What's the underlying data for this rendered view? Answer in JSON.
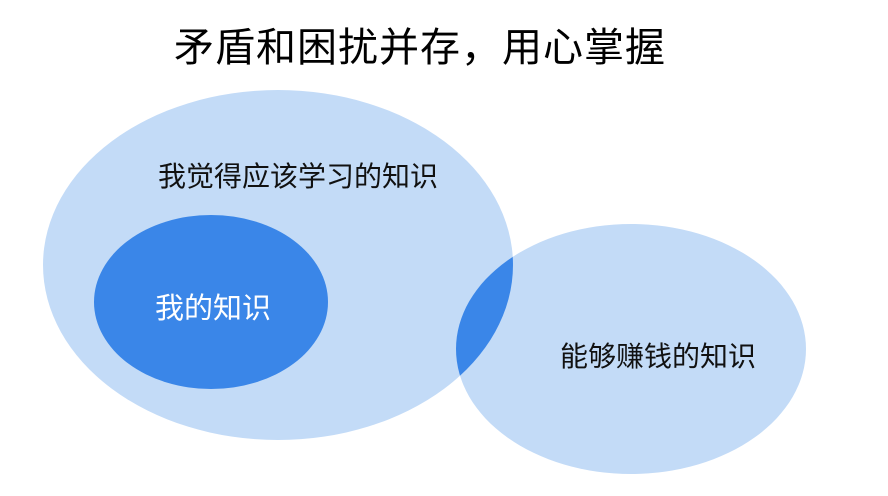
{
  "title": "矛盾和困扰并存，用心掌握",
  "sets": {
    "should_learn": "我觉得应该学习的知识",
    "my_knowledge": "我的知识",
    "earn_money": "能够赚钱的知识"
  },
  "colors": {
    "light_blue": "#c3dbf7",
    "dark_blue": "#3a86e8",
    "text_dark": "#111111",
    "text_light": "#ffffff"
  }
}
